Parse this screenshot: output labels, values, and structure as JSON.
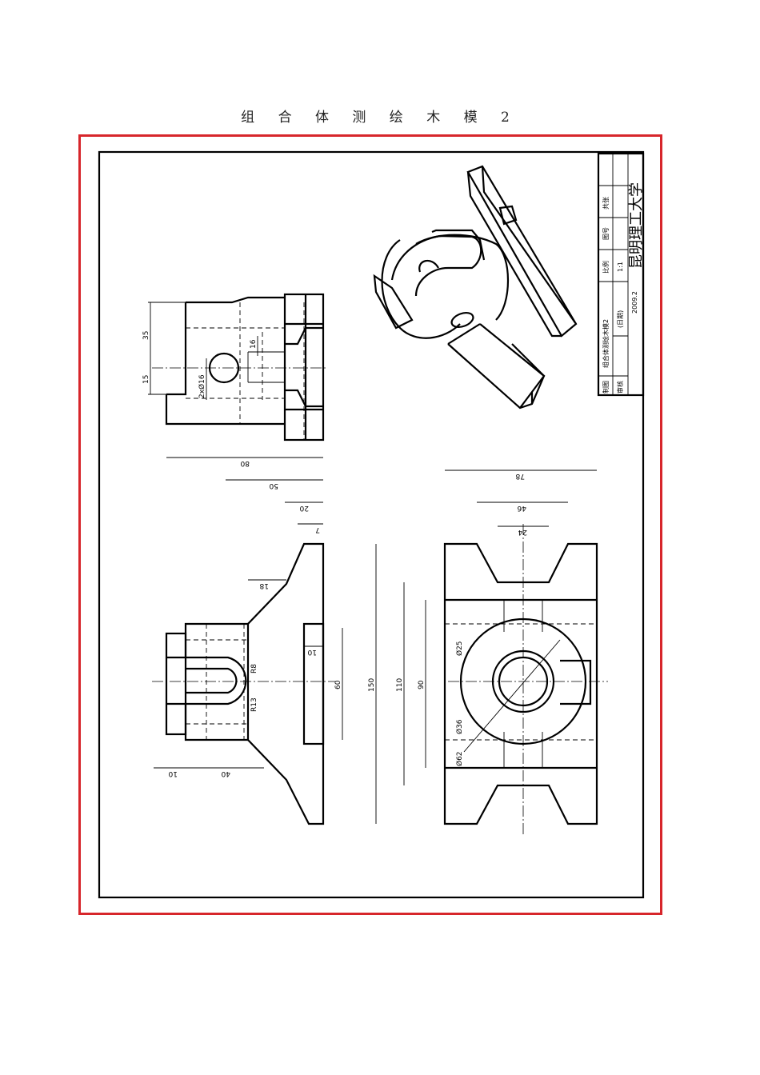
{
  "page_title": "组 合 体 测 绘 木 模 2",
  "colors": {
    "frame_border": "#d7262b",
    "line": "#000000"
  },
  "dimensions": {
    "d80": "80",
    "d50": "50",
    "d20": "20",
    "d7": "7",
    "d18": "18",
    "d10_top": "10",
    "d60": "60",
    "r8": "R8",
    "r13": "R13",
    "d10_bottom": "10",
    "d40": "40",
    "d78": "78",
    "d46": "46",
    "d24": "24",
    "d150": "150",
    "d110": "110",
    "d90": "90",
    "dia25": "Ø25",
    "dia36": "Ø36",
    "dia62": "Ø62",
    "d35": "35",
    "d15": "15",
    "d16": "16",
    "dia16": "2xØ16"
  },
  "title_block": {
    "scale_label": "比例",
    "scale_value": "1:1",
    "sheet_label": "图号",
    "sheet_value": "共张",
    "drawing_name": "组合体测绘木模2",
    "drawing_note": "(日期)",
    "date": "2009.2",
    "drawn_by": "制图",
    "checked_by": "审核",
    "school": "昆明理工大学"
  }
}
